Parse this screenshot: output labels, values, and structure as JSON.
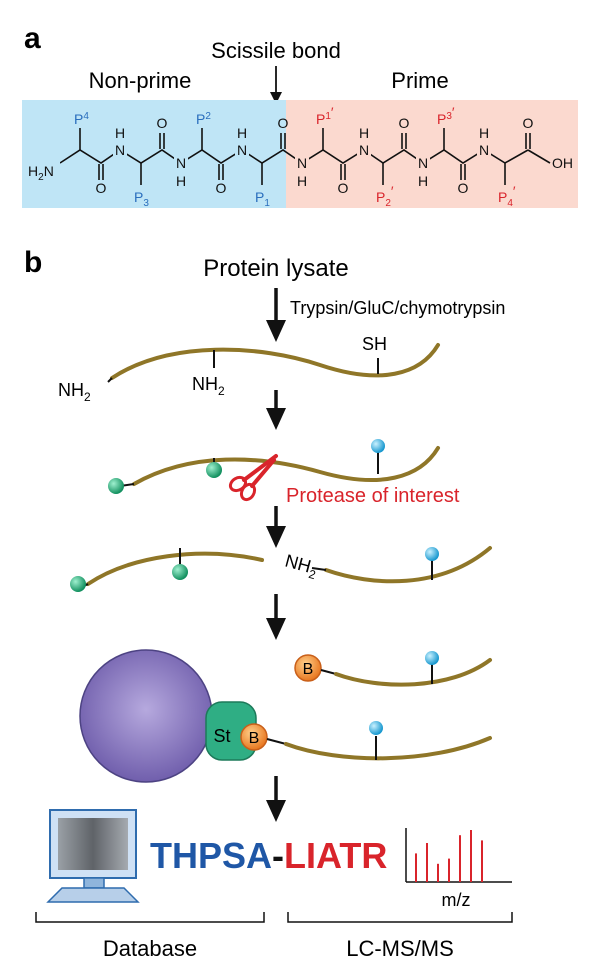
{
  "panel_a": {
    "label": "a",
    "scissile_label": "Scissile bond",
    "nonprime_label": "Non-prime",
    "prime_label": "Prime",
    "colors": {
      "nonprime_bg": "#bfe5f6",
      "prime_bg": "#fbd9cf",
      "nonprime_text": "#2a6ebd",
      "prime_text": "#d9242b"
    },
    "atoms": {
      "n": "N",
      "h": "H",
      "o": "O",
      "oh": "OH",
      "h2n_h": "H",
      "h2n_sub": "2",
      "h2n_n": "N"
    },
    "residues": {
      "p4": {
        "letter": "P",
        "sub": "4"
      },
      "p3": {
        "letter": "P",
        "sub": "3"
      },
      "p2": {
        "letter": "P",
        "sub": "2"
      },
      "p1": {
        "letter": "P",
        "sub": "1"
      },
      "p1p": {
        "letter": "P",
        "sub": "1",
        "prime": "′"
      },
      "p2p": {
        "letter": "P",
        "sub": "2",
        "prime": "′"
      },
      "p3p": {
        "letter": "P",
        "sub": "3",
        "prime": "′"
      },
      "p4p": {
        "letter": "P",
        "sub": "4",
        "prime": "′"
      }
    }
  },
  "panel_b": {
    "label": "b",
    "start_label": "Protein lysate",
    "enzymes_label": "Trypsin/GluC/chymotrypsin",
    "sh_label": "SH",
    "nh_main": "NH",
    "nh_sub": "2",
    "protease_label": "Protease of interest",
    "biotin_letter": "B",
    "streptavidin_label": "St",
    "peptide_left": "THPSA",
    "peptide_dash": "-",
    "peptide_right": "LIATR",
    "mz_label": "m/z",
    "database_label": "Database",
    "lcms_label": "LC-MS/MS",
    "colors": {
      "chain": "#8f7628",
      "green_ball": "#1aa57a",
      "blue_ball": "#2bb4e8",
      "scissors": "#d9242b",
      "bead": "#7b6bb3",
      "streptavidin": "#2fae84",
      "biotin": "#f29a3a",
      "peptide_left": "#1f57a6",
      "peptide_right": "#d9242b",
      "spectrum": "#d9242b"
    },
    "icons": [
      "computer-monitor-icon",
      "scissors-icon"
    ]
  },
  "chart_data": {
    "type": "bar",
    "xlabel": "m/z",
    "values": [
      0.55,
      0.75,
      0.35,
      0.45,
      0.9,
      1.0,
      0.8
    ]
  }
}
